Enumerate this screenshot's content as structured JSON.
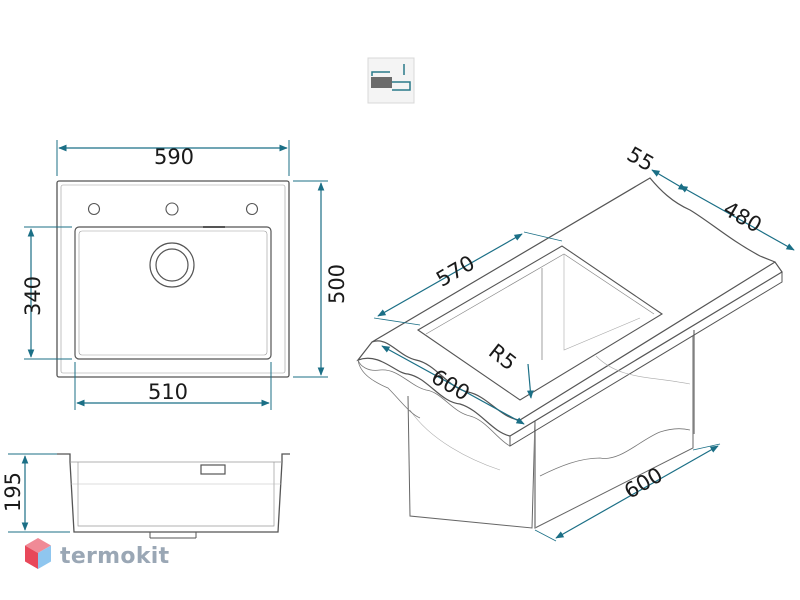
{
  "colors": {
    "dimension_line": "#1b6f86",
    "outline": "#555555",
    "brand_red": "#e8485a",
    "brand_blue": "#3aa0e0",
    "brand_text": "#9aa7b5"
  },
  "icons": {
    "mount_type": "undermount-sink-icon",
    "brand_logo": "hexagon-cube-icon"
  },
  "top_view": {
    "width_outer": "590",
    "width_bowl": "510",
    "height_outer": "500",
    "height_bowl": "340"
  },
  "section_view": {
    "depth": "195"
  },
  "isometric_view": {
    "edge_width": "55",
    "depth": "480",
    "bowl_length": "570",
    "corner_radius": "R5",
    "cabinet_front": "600",
    "cabinet_side": "600"
  },
  "brand": {
    "name": "termokit"
  }
}
